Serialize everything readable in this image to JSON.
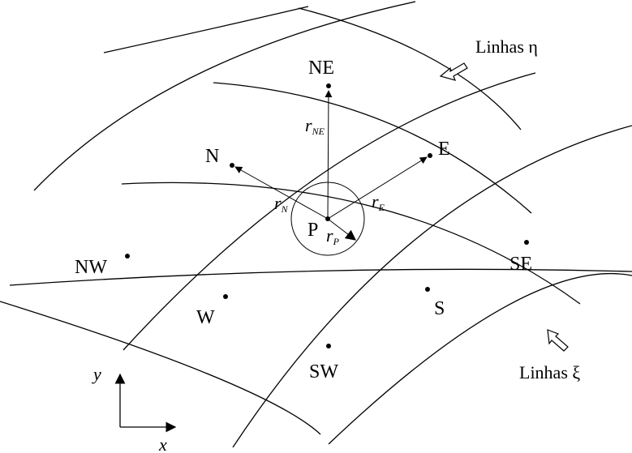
{
  "nodes": {
    "NE": "NE",
    "N": "N",
    "E": "E",
    "P": "P",
    "NW": "NW",
    "SE": "SE",
    "W": "W",
    "S": "S",
    "SW": "SW"
  },
  "vectors": {
    "rNE": {
      "main": "r",
      "sub": "NE"
    },
    "rN": {
      "main": "r",
      "sub": "N"
    },
    "rE": {
      "main": "r",
      "sub": "E"
    },
    "rP": {
      "main": "r",
      "sub": "P"
    }
  },
  "annotations": {
    "eta_lines": "Linhas η",
    "xi_lines": "Linhas ξ"
  },
  "axes": {
    "x": "x",
    "y": "y"
  }
}
